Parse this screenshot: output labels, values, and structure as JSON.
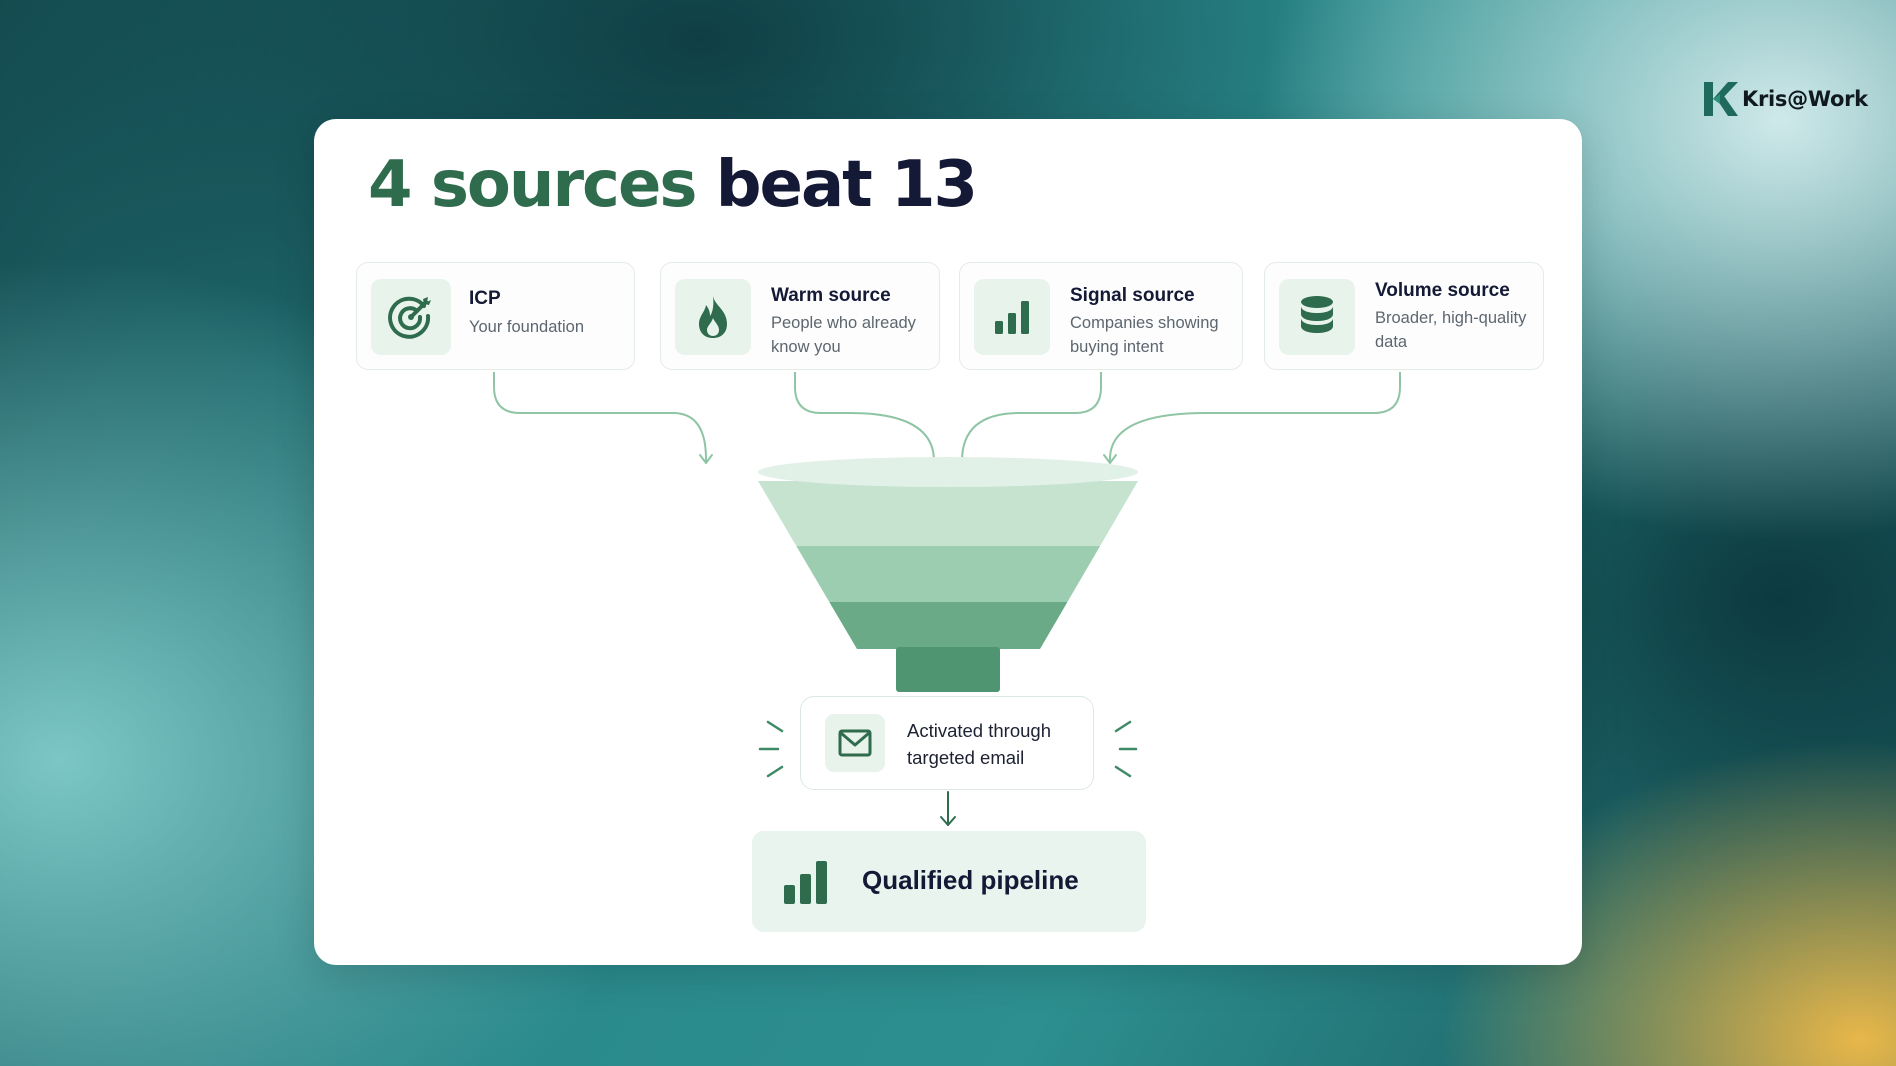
{
  "brand": {
    "name": "Kris@Work",
    "logo_icon": "k-logo-icon",
    "colors": {
      "green": "#2f6b4d",
      "dark": "#141936",
      "mint": "#e8f3ec"
    }
  },
  "title": {
    "part1": "4 sources",
    "part2": "beat 13"
  },
  "sources": [
    {
      "title": "ICP",
      "desc": "Your foundation",
      "icon": "target-icon"
    },
    {
      "title": "Warm source",
      "desc": "People who already know you",
      "icon": "flame-icon"
    },
    {
      "title": "Signal source",
      "desc": "Companies showing buying intent",
      "icon": "bar-chart-icon"
    },
    {
      "title": "Volume source",
      "desc": "Broader, high-quality data",
      "icon": "database-icon"
    }
  ],
  "activation": {
    "text": "Activated through targeted email",
    "icon": "envelope-icon"
  },
  "result": {
    "text": "Qualified pipeline",
    "icon": "bar-chart-icon"
  }
}
